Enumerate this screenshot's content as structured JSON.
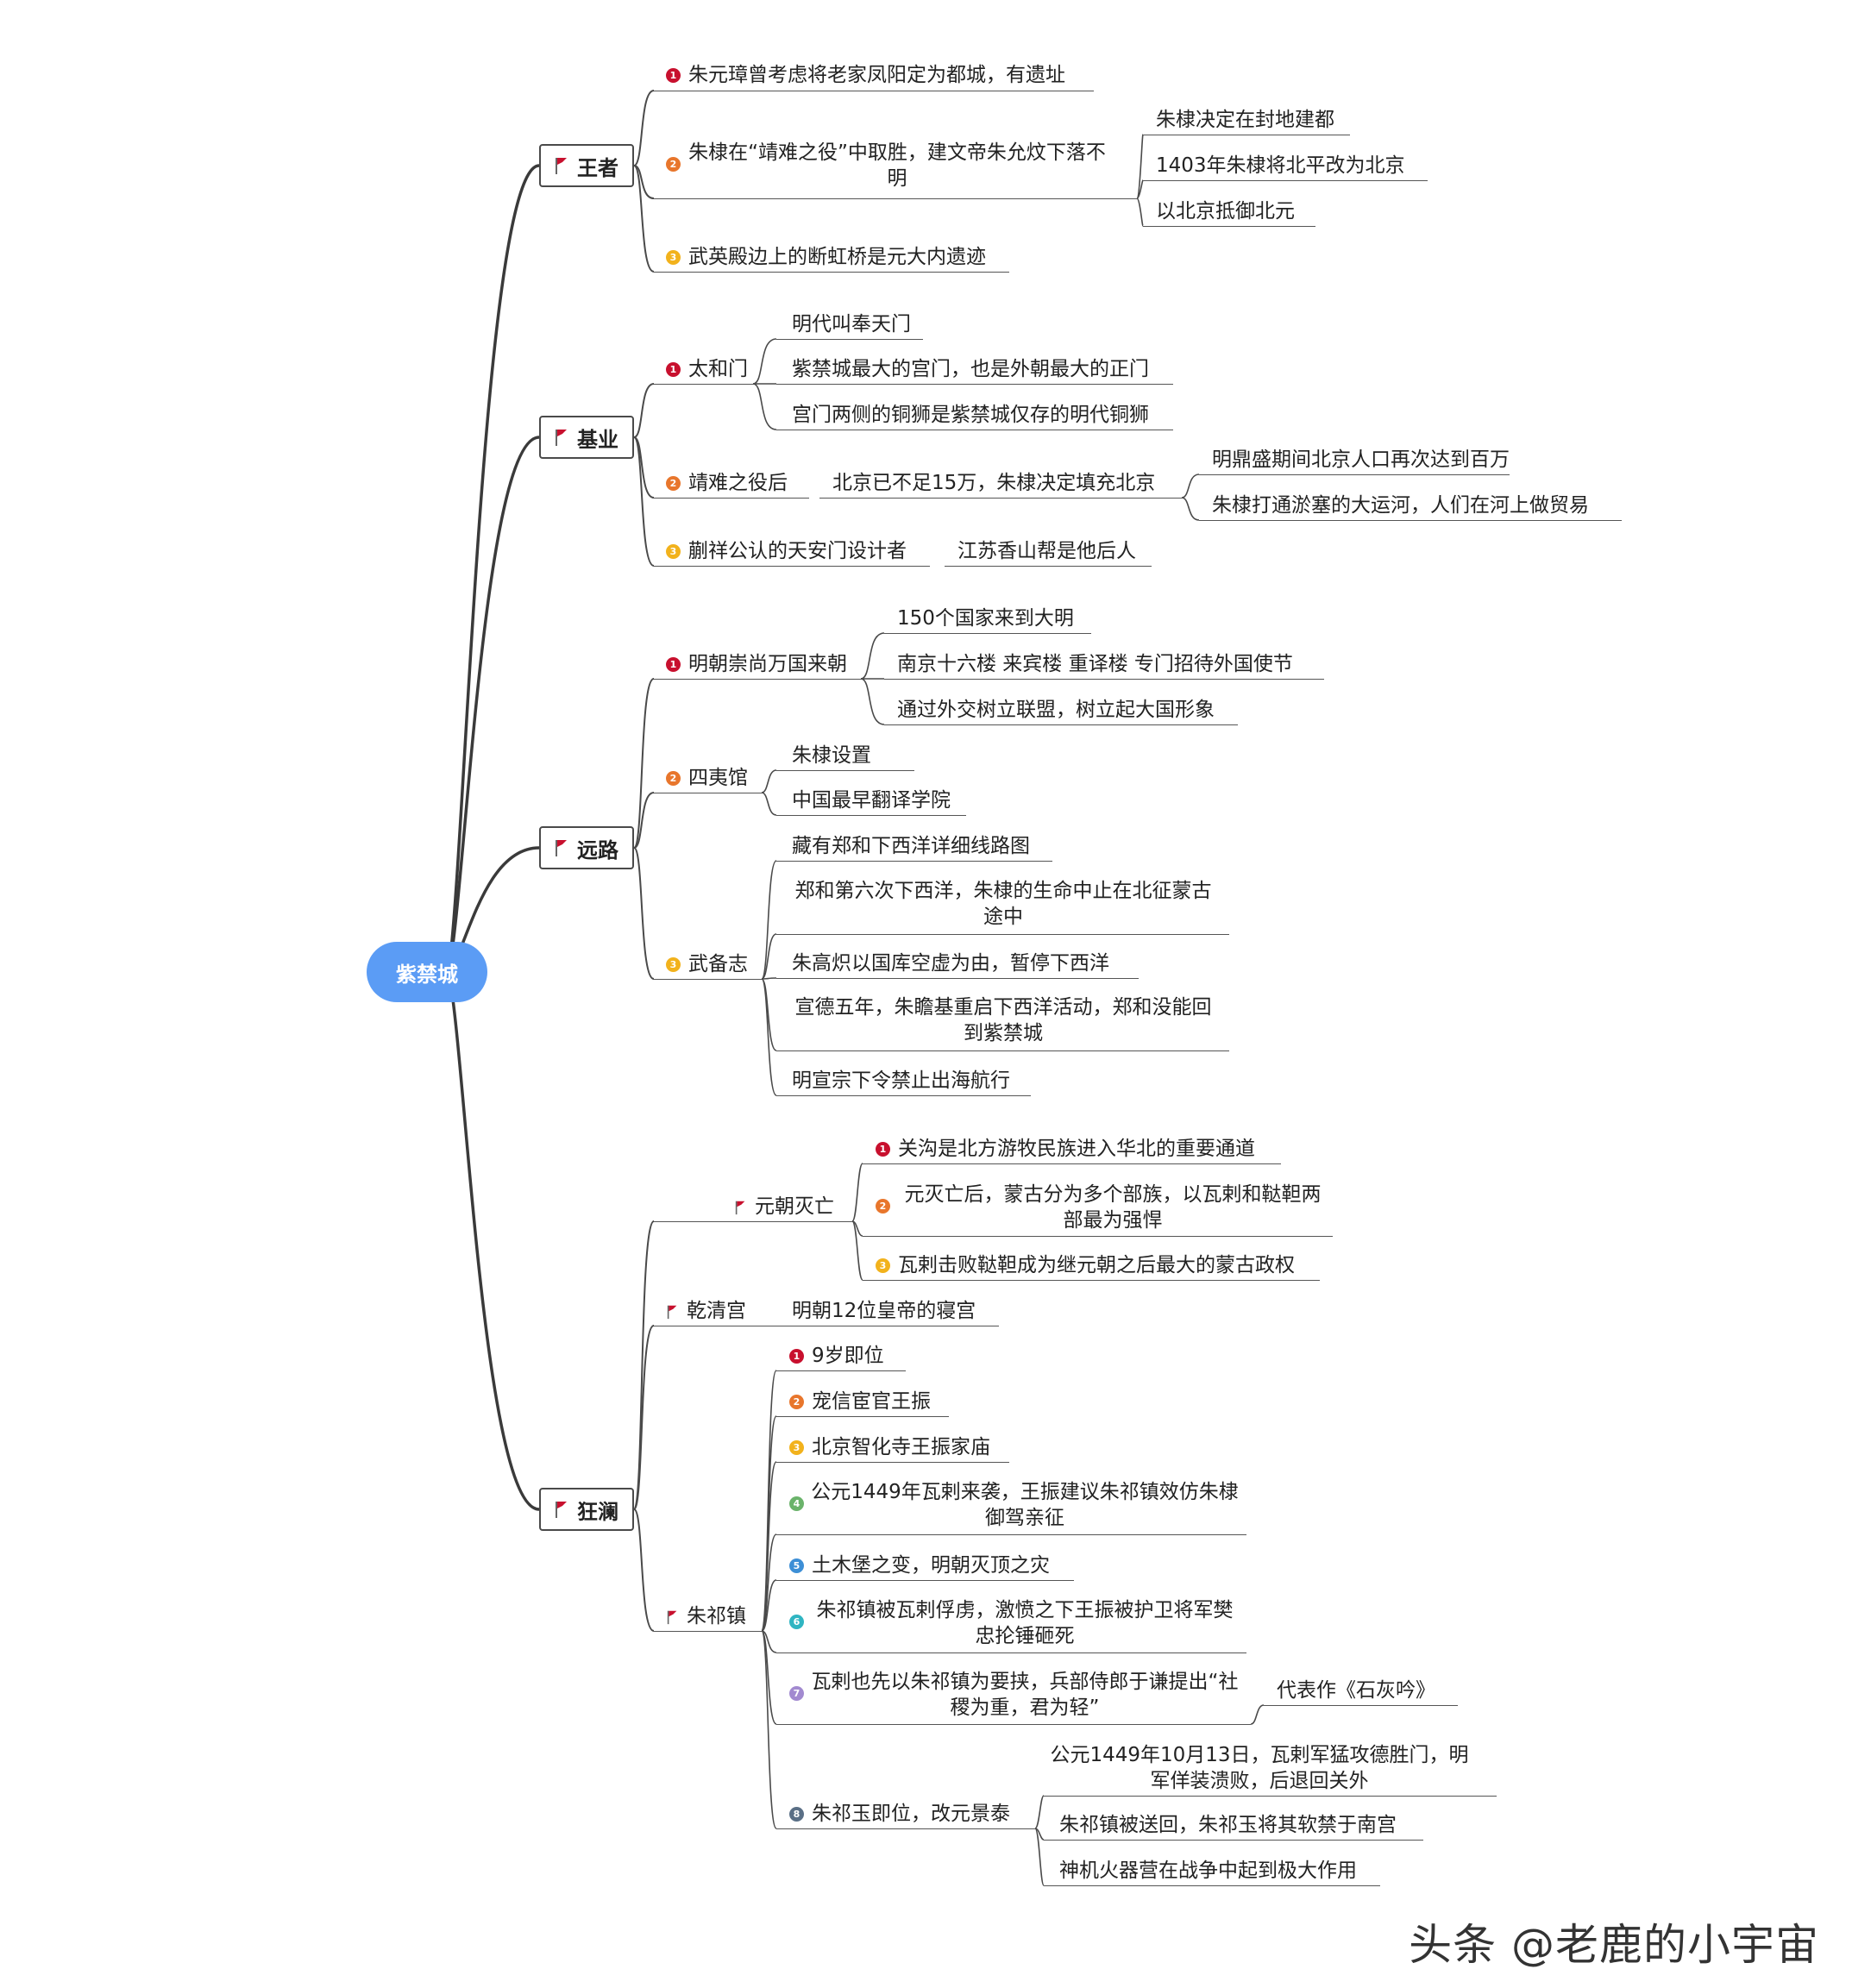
{
  "root": {
    "label": "紫禁城"
  },
  "branches": [
    {
      "label": "王者",
      "children": [
        {
          "marker": "1",
          "label": "朱元璋曾考虑将老家凤阳定为都城，有遗址"
        },
        {
          "marker": "2",
          "label": "朱棣在“靖难之役”中取胜，建文帝朱允炆下落不明",
          "children": [
            {
              "label": "朱棣决定在封地建都"
            },
            {
              "label": "1403年朱棣将北平改为北京"
            },
            {
              "label": "以北京抵御北元"
            }
          ]
        },
        {
          "marker": "3",
          "label": "武英殿边上的断虹桥是元大内遗迹"
        }
      ]
    },
    {
      "label": "基业",
      "children": [
        {
          "marker": "1",
          "label": "太和门",
          "children": [
            {
              "label": "明代叫奉天门"
            },
            {
              "label": "紫禁城最大的宫门，也是外朝最大的正门"
            },
            {
              "label": "宫门两侧的铜狮是紫禁城仅存的明代铜狮"
            }
          ]
        },
        {
          "marker": "2",
          "label": "靖难之役后",
          "children": [
            {
              "label": "北京已不足15万，朱棣决定填充北京",
              "children": [
                {
                  "label": "明鼎盛期间北京人口再次达到百万"
                },
                {
                  "label": "朱棣打通淤塞的大运河，人们在河上做贸易"
                }
              ]
            }
          ]
        },
        {
          "marker": "3",
          "label": "蒯祥公认的天安门设计者",
          "children": [
            {
              "label": "江苏香山帮是他后人"
            }
          ]
        }
      ]
    },
    {
      "label": "远路",
      "children": [
        {
          "marker": "1",
          "label": "明朝崇尚万国来朝",
          "children": [
            {
              "label": "150个国家来到大明"
            },
            {
              "label": "南京十六楼 来宾楼 重译楼 专门招待外国使节"
            },
            {
              "label": "通过外交树立联盟，树立起大国形象"
            }
          ]
        },
        {
          "marker": "2",
          "label": "四夷馆",
          "children": [
            {
              "label": "朱棣设置"
            },
            {
              "label": "中国最早翻译学院"
            }
          ]
        },
        {
          "marker": "3",
          "label": "武备志",
          "children": [
            {
              "label": "藏有郑和下西洋详细线路图"
            },
            {
              "label": "郑和第六次下西洋，朱棣的生命中止在北征蒙古途中"
            },
            {
              "label": "朱高炽以国库空虚为由，暂停下西洋"
            },
            {
              "label": "宣德五年，朱瞻基重启下西洋活动，郑和没能回到紫禁城"
            },
            {
              "label": "明宣宗下令禁止出海航行"
            }
          ]
        }
      ]
    },
    {
      "label": "狂澜",
      "children": [
        {
          "marker": "flag",
          "label": "元朝灭亡",
          "children": [
            {
              "marker": "1",
              "label": "关沟是北方游牧民族进入华北的重要通道"
            },
            {
              "marker": "2",
              "label": "元灭亡后，蒙古分为多个部族，以瓦剌和鞑靼两部最为强悍"
            },
            {
              "marker": "3",
              "label": "瓦剌击败鞑靼成为继元朝之后最大的蒙古政权"
            }
          ]
        },
        {
          "marker": "flag",
          "label": "乾清宫",
          "children": [
            {
              "label": "明朝12位皇帝的寝宫"
            }
          ]
        },
        {
          "marker": "flag",
          "label": "朱祁镇",
          "children": [
            {
              "marker": "1",
              "label": "9岁即位"
            },
            {
              "marker": "2",
              "label": "宠信宦官王振"
            },
            {
              "marker": "3",
              "label": "北京智化寺王振家庙"
            },
            {
              "marker": "4",
              "label": "公元1449年瓦剌来袭，王振建议朱祁镇效仿朱棣御驾亲征"
            },
            {
              "marker": "5",
              "label": "土木堡之变，明朝灭顶之灾"
            },
            {
              "marker": "6",
              "label": "朱祁镇被瓦剌俘虏，激愤之下王振被护卫将军樊忠抡锤砸死"
            },
            {
              "marker": "7",
              "label": "瓦剌也先以朱祁镇为要挟，兵部侍郎于谦提出“社稷为重，君为轻”",
              "children": [
                {
                  "label": "代表作《石灰吟》"
                }
              ]
            },
            {
              "marker": "8",
              "label": "朱祁玉即位，改元景泰",
              "children": [
                {
                  "label": "公元1449年10月13日，瓦剌军猛攻德胜门，明军佯装溃败，后退回关外"
                },
                {
                  "label": "朱祁镇被送回，朱祁玉将其软禁于南宫"
                },
                {
                  "label": "神机火器营在战争中起到极大作用"
                }
              ]
            }
          ]
        }
      ]
    }
  ],
  "marker_colors": {
    "1": "#c8102e",
    "2": "#e8762c",
    "3": "#f2b21c",
    "4": "#6bb36b",
    "5": "#3d8fd6",
    "6": "#2fb5c2",
    "7": "#a28ad0",
    "8": "#5a6f86",
    "flag": "#c8102e"
  },
  "watermark": "头条 @老鹿的小宇宙"
}
